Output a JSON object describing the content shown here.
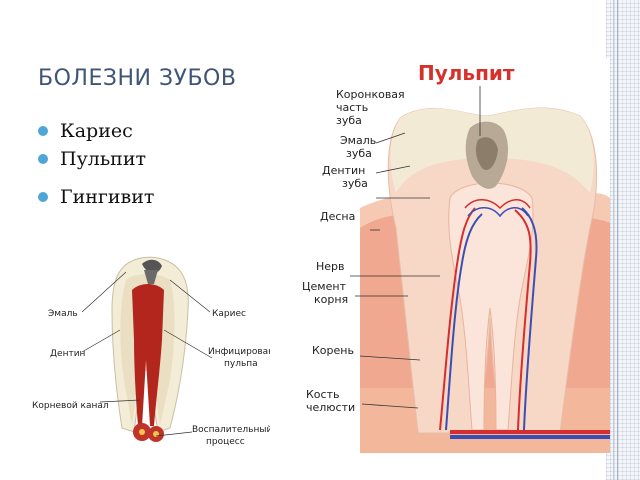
{
  "slide": {
    "title": "БОЛЕЗНИ ЗУБОВ",
    "bullets": [
      "Кариес",
      "Пульпит",
      "Гингивит"
    ]
  },
  "figure_left": {
    "labels": {
      "enamel": "Эмаль",
      "caries": "Кариес",
      "dentin": "Дентин",
      "infected_pulp_1": "Инфицированная",
      "infected_pulp_2": "пульпа",
      "root_canal": "Корневой канал",
      "inflammatory_1": "Воспалительный",
      "inflammatory_2": "процесс"
    }
  },
  "figure_right": {
    "title": "Пульпит",
    "labels": {
      "crown_1": "Коронковая",
      "crown_2": "часть",
      "crown_3": "зуба",
      "enamel_1": "Эмаль",
      "enamel_2": "зуба",
      "dentin_1": "Дентин",
      "dentin_2": "зуба",
      "gum": "Десна",
      "nerve": "Нерв",
      "cement_1": "Цемент",
      "cement_2": "корня",
      "root": "Корень",
      "bone_1": "Кость",
      "bone_2": "челюсти"
    }
  },
  "colors": {
    "title": "#3f5476",
    "bullet": "#4fa6d6",
    "pulp_title": "#d6322b"
  }
}
